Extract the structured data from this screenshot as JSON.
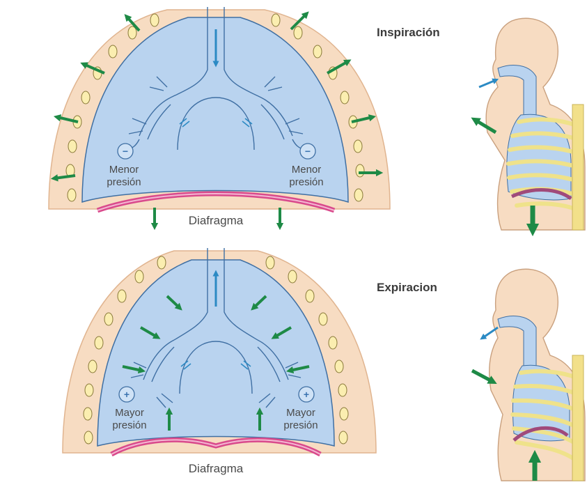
{
  "panels": {
    "inspiration": {
      "title": "Inspiración",
      "pressure_sign": "−",
      "pressure_label_line1": "Menor",
      "pressure_label_line2": "presión",
      "diaphragm_label": "Diafragma"
    },
    "expiration": {
      "title": "Expiracion",
      "pressure_sign": "+",
      "pressure_label_line1": "Mayor",
      "pressure_label_line2": "presión",
      "diaphragm_label": "Diafragma"
    }
  },
  "colors": {
    "lung": "#b9d3ef",
    "lung_outline": "#3f6fa3",
    "chest_wall": "#f7dcc2",
    "rib_bead": "#fbeeb0",
    "diaphragm": "#d94a8c",
    "green_arrow": "#1e8a46",
    "blue_arrow": "#2b8ac4",
    "spine": "#f2e08a"
  }
}
